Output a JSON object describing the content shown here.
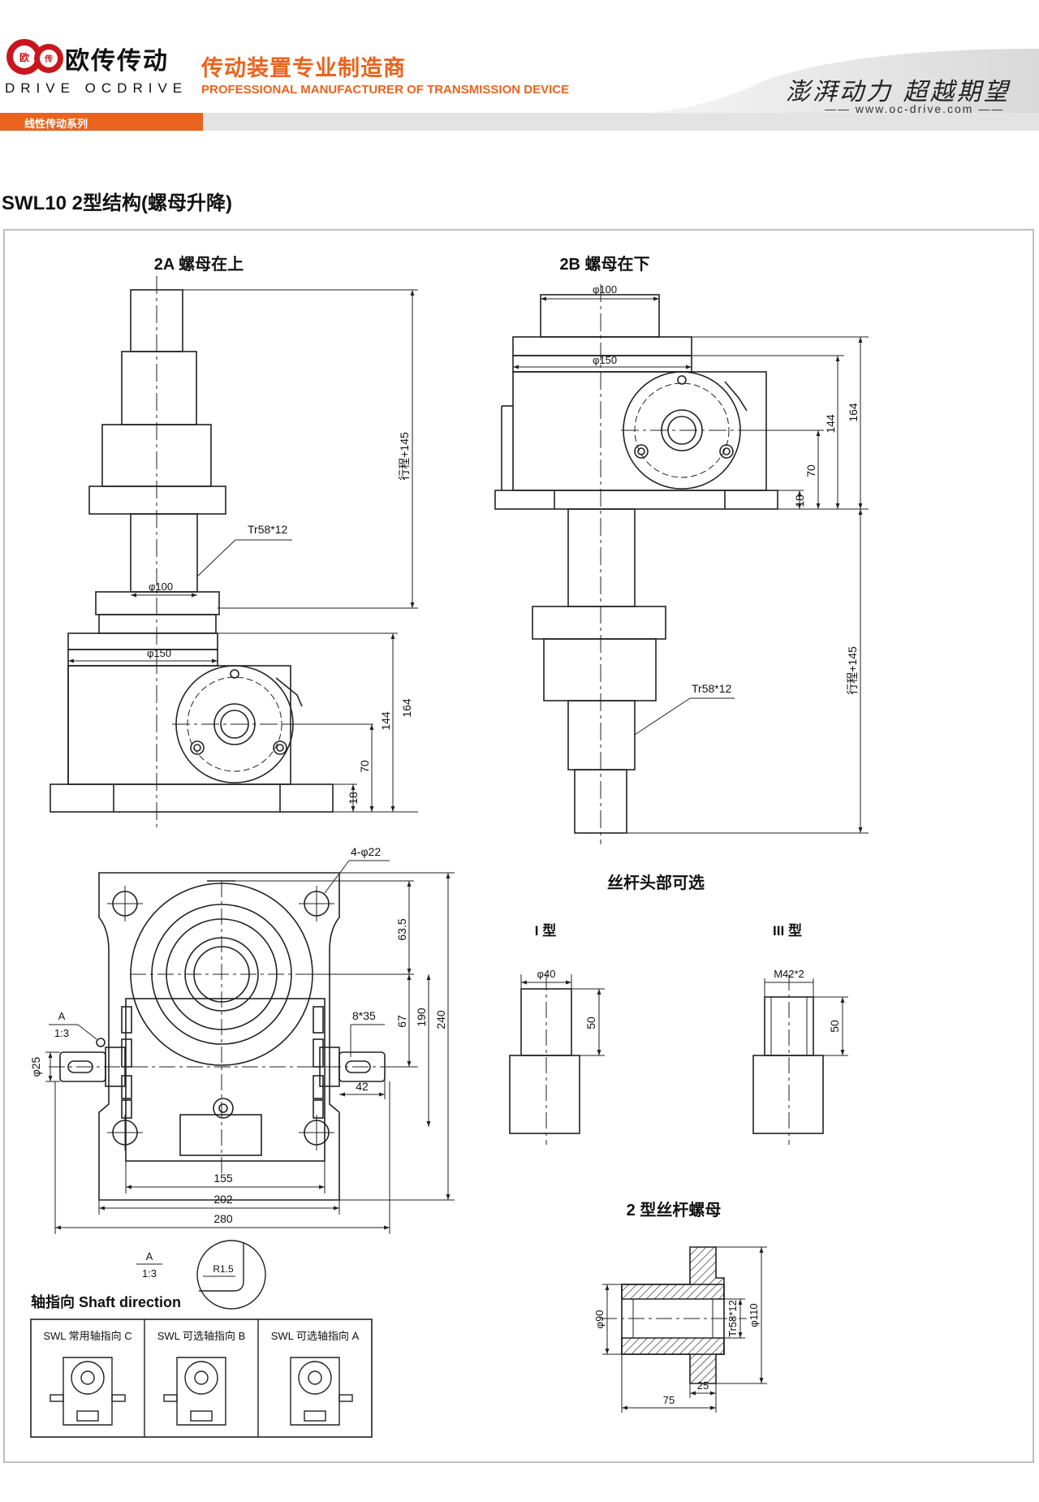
{
  "header": {
    "logo_cn": "欧传传动",
    "logo_badge_1": "欧",
    "logo_badge_2": "传",
    "logo_en": "DRIVE OCDRIVE",
    "tagline_cn": "传动装置专业制造商",
    "tagline_en": "PROFESSIONAL MANUFACTURER OF TRANSMISSION DEVICE",
    "slogan_cn": "澎湃动力 超越期望",
    "slogan_url": "—— www.oc-drive.com ——",
    "category": "线性传动系列"
  },
  "page_title": "SWL10  2型结构(螺母升降)",
  "views": {
    "view_2a": {
      "title": "2A 螺母在上",
      "dims": {
        "d100": "φ100",
        "d150": "φ150",
        "thread": "Tr58*12",
        "stroke": "行程+145",
        "h164": "164",
        "h144": "144",
        "h70": "70",
        "h18": "18"
      }
    },
    "view_2b": {
      "title": "2B 螺母在下",
      "dims": {
        "d100": "φ100",
        "d150": "φ150",
        "thread": "Tr58*12",
        "stroke": "行程+145",
        "h164": "164",
        "h144": "144",
        "h70": "70",
        "h18": "18"
      }
    },
    "plan": {
      "dims": {
        "holes": "4-φ22",
        "d25": "φ25",
        "key": "8*35",
        "h63": "63.5",
        "h67": "67",
        "h190": "190",
        "h240": "240",
        "w42": "42",
        "w155": "155",
        "w202": "202",
        "w280": "280",
        "detail_top": "A",
        "detail_bot": "1:3",
        "r15": "R1.5"
      }
    },
    "screw_heads": {
      "title": "丝杆头部可选",
      "type_i": {
        "label": "I 型",
        "dia": "φ40",
        "len": "50"
      },
      "type_iii": {
        "label": "III 型",
        "thread": "M42*2",
        "len": "50"
      }
    },
    "nut": {
      "title": "2 型丝杆螺母",
      "dims": {
        "d90": "φ90",
        "thread": "Tr58*12",
        "d110": "φ110",
        "w25": "25",
        "w75": "75"
      }
    }
  },
  "shaft_direction": {
    "title": "轴指向  Shaft direction",
    "columns": [
      "SWL 常用轴指向 C",
      "SWL 可选轴指向 B",
      "SWL 可选轴指向 A"
    ]
  },
  "colors": {
    "accent": "#e8641e",
    "line": "#222222",
    "gray": "#bfbfbf"
  }
}
